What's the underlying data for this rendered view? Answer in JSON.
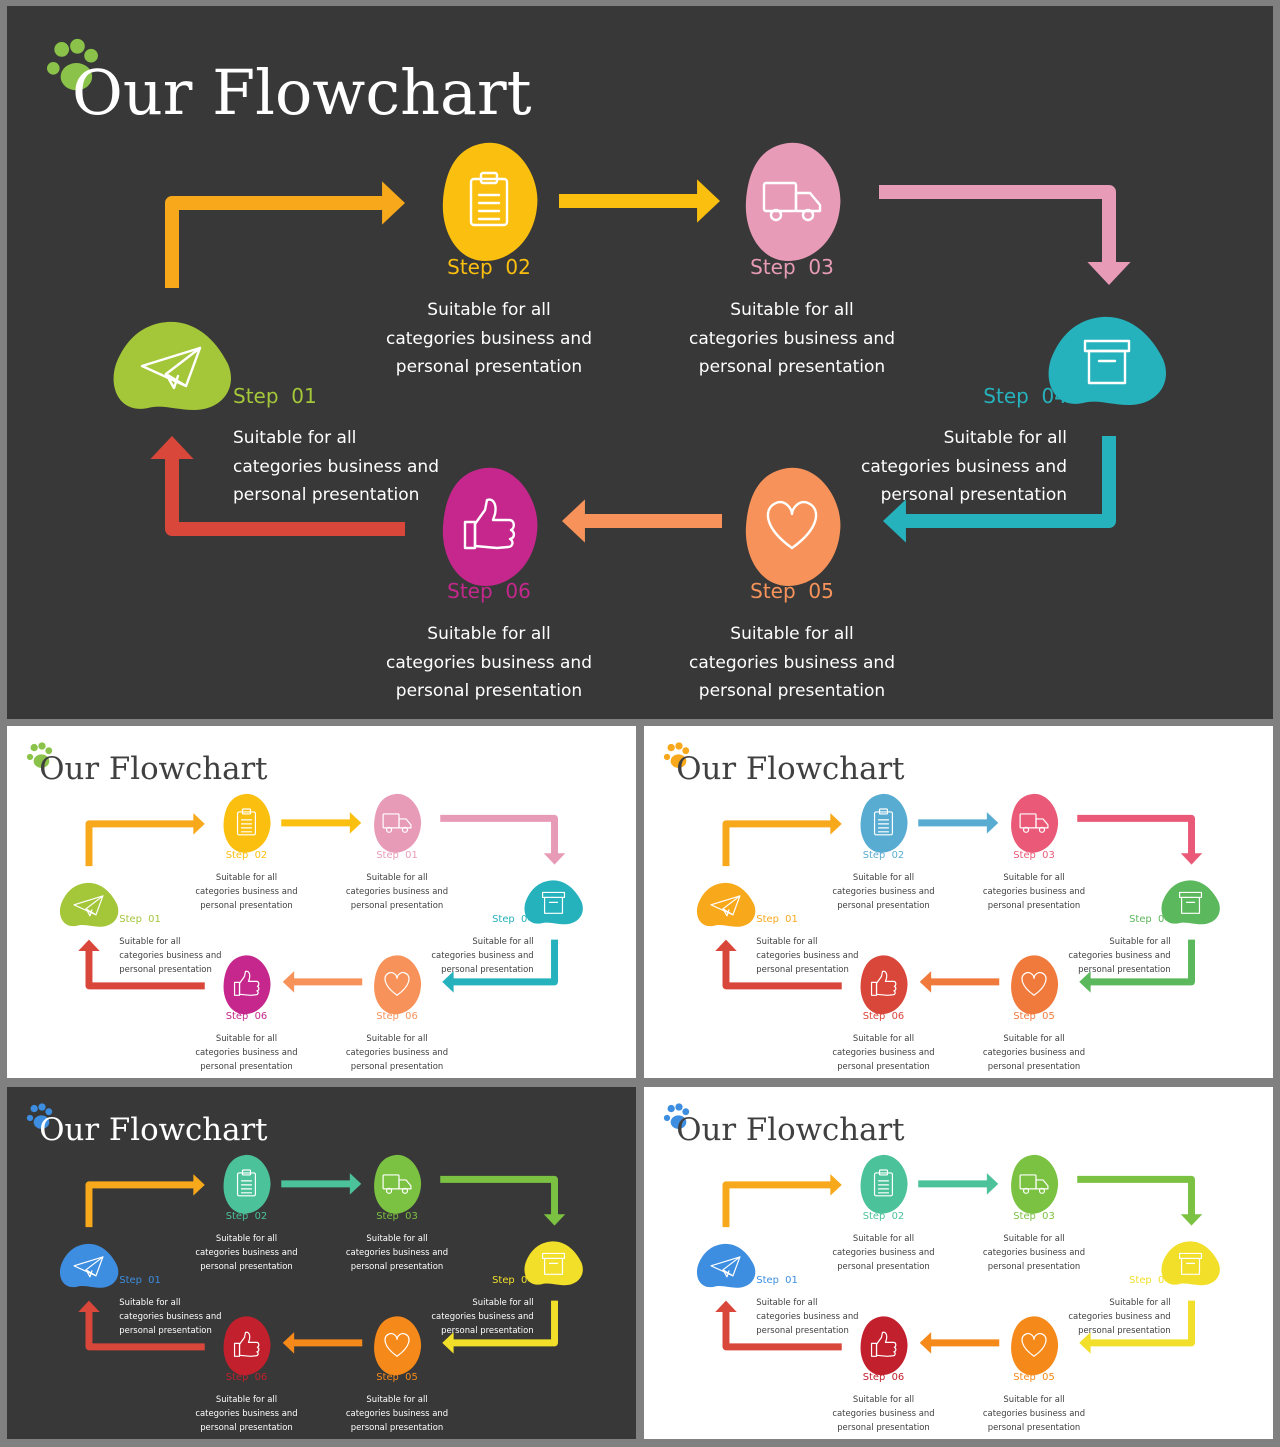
{
  "slides": [
    {
      "id": "main",
      "theme": "dark",
      "title": "Our Flowchart",
      "paw_color": "#8bc34a",
      "steps": [
        {
          "label": "Step  01",
          "desc": [
            "Suitable for all",
            "categories business and",
            "personal presentation"
          ],
          "color": "#a4c639",
          "icon": "paper-plane-icon"
        },
        {
          "label": "Step  02",
          "desc": [
            "Suitable for all",
            "categories business and",
            "personal presentation"
          ],
          "color": "#fbbf0f",
          "icon": "clipboard-icon"
        },
        {
          "label": "Step  03",
          "desc": [
            "Suitable for all",
            "categories business and",
            "personal presentation"
          ],
          "color": "#e89bb6",
          "icon": "truck-icon"
        },
        {
          "label": "Step  04",
          "desc": [
            "Suitable for all",
            "categories business and",
            "personal presentation"
          ],
          "color": "#26b2bd",
          "icon": "archive-box-icon"
        },
        {
          "label": "Step  05",
          "desc": [
            "Suitable for all",
            "categories business and",
            "personal presentation"
          ],
          "color": "#f7935a",
          "icon": "heart-icon"
        },
        {
          "label": "Step  06",
          "desc": [
            "Suitable for all",
            "categories business and",
            "personal presentation"
          ],
          "color": "#c5278c",
          "icon": "thumbs-up-icon"
        }
      ],
      "arrow_colors": [
        "#f7a81b",
        "#fbbf0f",
        "#e89bb6",
        "#26b2bd",
        "#f7935a",
        "#d9463a"
      ]
    },
    {
      "id": "white-1",
      "theme": "light",
      "title": "Our Flowchart",
      "paw_color": "#8bc34a",
      "steps": [
        {
          "label": "Step  01",
          "desc": [
            "Suitable for all",
            "categories business and",
            "personal presentation"
          ],
          "color": "#a4c639",
          "icon": "paper-plane-icon"
        },
        {
          "label": "Step  02",
          "desc": [
            "Suitable for all",
            "categories business and",
            "personal presentation"
          ],
          "color": "#fbbf0f",
          "icon": "clipboard-icon"
        },
        {
          "label": "Step  01",
          "desc": [
            "Suitable for all",
            "categories business and",
            "personal presentation"
          ],
          "color": "#e89bb6",
          "icon": "truck-icon"
        },
        {
          "label": "Step  04",
          "desc": [
            "Suitable for all",
            "categories business and",
            "personal presentation"
          ],
          "color": "#26b2bd",
          "icon": "archive-box-icon"
        },
        {
          "label": "Step  06",
          "desc": [
            "Suitable for all",
            "categories business and",
            "personal presentation"
          ],
          "color": "#f7935a",
          "icon": "heart-icon"
        },
        {
          "label": "Step  06",
          "desc": [
            "Suitable for all",
            "categories business and",
            "personal presentation"
          ],
          "color": "#c5278c",
          "icon": "thumbs-up-icon"
        }
      ],
      "arrow_colors": [
        "#f7a81b",
        "#fbbf0f",
        "#e89bb6",
        "#26b2bd",
        "#f7935a",
        "#d9463a"
      ]
    },
    {
      "id": "white-2",
      "theme": "light",
      "title": "Our Flowchart",
      "paw_color": "#f7a81b",
      "steps": [
        {
          "label": "Step  01",
          "desc": [
            "Suitable for all",
            "categories business and",
            "personal presentation"
          ],
          "color": "#f7a81b",
          "icon": "paper-plane-icon"
        },
        {
          "label": "Step  02",
          "desc": [
            "Suitable for all",
            "categories business and",
            "personal presentation"
          ],
          "color": "#58acd1",
          "icon": "clipboard-icon"
        },
        {
          "label": "Step  03",
          "desc": [
            "Suitable for all",
            "categories business and",
            "personal presentation"
          ],
          "color": "#ea5a78",
          "icon": "truck-icon"
        },
        {
          "label": "Step  04",
          "desc": [
            "Suitable for all",
            "categories business and",
            "personal presentation"
          ],
          "color": "#5cb85c",
          "icon": "archive-box-icon"
        },
        {
          "label": "Step  05",
          "desc": [
            "Suitable for all",
            "categories business and",
            "personal presentation"
          ],
          "color": "#f07a3c",
          "icon": "heart-icon"
        },
        {
          "label": "Step  06",
          "desc": [
            "Suitable for all",
            "categories business and",
            "personal presentation"
          ],
          "color": "#d9463a",
          "icon": "thumbs-up-icon"
        }
      ],
      "arrow_colors": [
        "#f7a81b",
        "#58acd1",
        "#ea5a78",
        "#5cb85c",
        "#f07a3c",
        "#d9463a"
      ]
    },
    {
      "id": "dark-2",
      "theme": "dark",
      "title": "Our Flowchart",
      "paw_color": "#3d8ee0",
      "steps": [
        {
          "label": "Step  01",
          "desc": [
            "Suitable for all",
            "categories business and",
            "personal presentation"
          ],
          "color": "#3d8ee0",
          "icon": "paper-plane-icon"
        },
        {
          "label": "Step  02",
          "desc": [
            "Suitable for all",
            "categories business and",
            "personal presentation"
          ],
          "color": "#4cc29a",
          "icon": "clipboard-icon"
        },
        {
          "label": "Step  03",
          "desc": [
            "Suitable for all",
            "categories business and",
            "personal presentation"
          ],
          "color": "#7bc142",
          "icon": "truck-icon"
        },
        {
          "label": "Step  04",
          "desc": [
            "Suitable for all",
            "categories business and",
            "personal presentation"
          ],
          "color": "#f2df2a",
          "icon": "archive-box-icon"
        },
        {
          "label": "Step  05",
          "desc": [
            "Suitable for all",
            "categories business and",
            "personal presentation"
          ],
          "color": "#f5891a",
          "icon": "heart-icon"
        },
        {
          "label": "Step  06",
          "desc": [
            "Suitable for all",
            "categories business and",
            "personal presentation"
          ],
          "color": "#c2202d",
          "icon": "thumbs-up-icon"
        }
      ],
      "arrow_colors": [
        "#f7a81b",
        "#4cc29a",
        "#7bc142",
        "#f2df2a",
        "#f5891a",
        "#d9463a"
      ]
    },
    {
      "id": "white-3",
      "theme": "light",
      "title": "Our Flowchart",
      "paw_color": "#3d8ee0",
      "steps": [
        {
          "label": "Step  01",
          "desc": [
            "Suitable for all",
            "categories business and",
            "personal presentation"
          ],
          "color": "#3d8ee0",
          "icon": "paper-plane-icon"
        },
        {
          "label": "Step  02",
          "desc": [
            "Suitable for all",
            "categories business and",
            "personal presentation"
          ],
          "color": "#4cc29a",
          "icon": "clipboard-icon"
        },
        {
          "label": "Step  03",
          "desc": [
            "Suitable for all",
            "categories business and",
            "personal presentation"
          ],
          "color": "#7bc142",
          "icon": "truck-icon"
        },
        {
          "label": "Step  04",
          "desc": [
            "Suitable for all",
            "categories business and",
            "personal presentation"
          ],
          "color": "#f2df2a",
          "icon": "archive-box-icon"
        },
        {
          "label": "Step  05",
          "desc": [
            "Suitable for all",
            "categories business and",
            "personal presentation"
          ],
          "color": "#f5891a",
          "icon": "heart-icon"
        },
        {
          "label": "Step  06",
          "desc": [
            "Suitable for all",
            "categories business and",
            "personal presentation"
          ],
          "color": "#c2202d",
          "icon": "thumbs-up-icon"
        }
      ],
      "arrow_colors": [
        "#f7a81b",
        "#4cc29a",
        "#7bc142",
        "#f2df2a",
        "#f5891a",
        "#d9463a"
      ]
    }
  ]
}
